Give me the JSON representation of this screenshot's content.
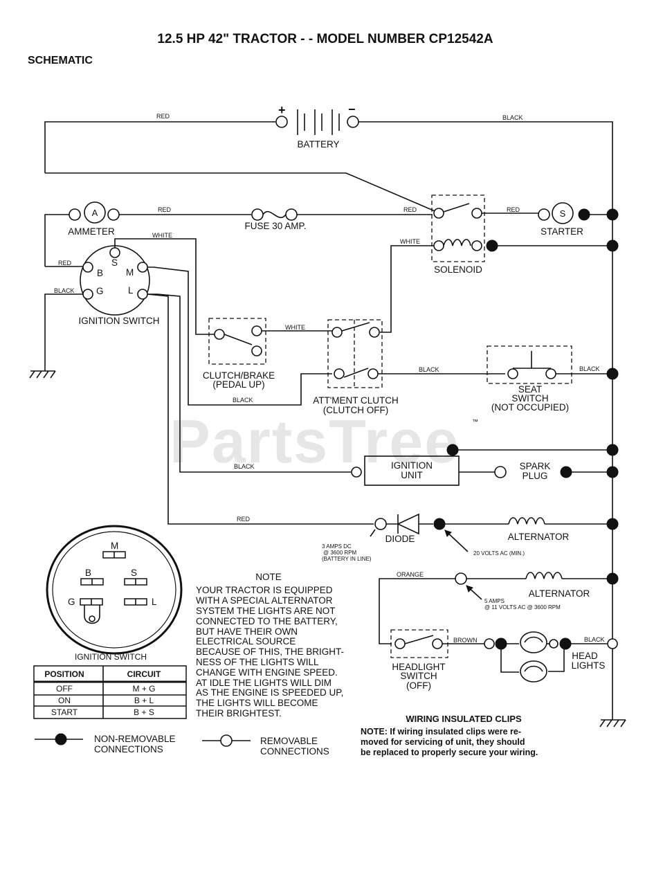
{
  "header": {
    "title": "12.5 HP 42\" TRACTOR - - MODEL NUMBER CP12542A",
    "section": "SCHEMATIC"
  },
  "watermark": {
    "text": "PartsTree",
    "tm": "™"
  },
  "battery": {
    "label": "BATTERY",
    "plus": "+",
    "minus": "−"
  },
  "wires": {
    "red": "RED",
    "black": "BLACK",
    "white": "WHITE",
    "orange": "ORANGE",
    "brown": "BROWN"
  },
  "components": {
    "ammeter": "AMMETER",
    "ammeter_symbol": "A",
    "fuse": "FUSE 30 AMP.",
    "solenoid": "SOLENOID",
    "starter": "STARTER",
    "starter_symbol": "S",
    "ignition_switch": "IGNITION SWITCH",
    "sw_terminals": {
      "B": "B",
      "S": "S",
      "M": "M",
      "G": "G",
      "L": "L"
    },
    "clutch_brake": [
      "CLUTCH/BRAKE",
      "(PEDAL UP)"
    ],
    "attment_clutch": [
      "ATT'MENT CLUTCH",
      "(CLUTCH OFF)"
    ],
    "seat_switch": [
      "SEAT",
      "SWITCH",
      "(NOT OCCUPIED)"
    ],
    "ignition_unit": [
      "IGNITION",
      "UNIT"
    ],
    "spark_plug": [
      "SPARK",
      "PLUG"
    ],
    "diode": "DIODE",
    "diode_note": [
      "3 AMPS DC",
      "@ 3600 RPM",
      "(BATTERY IN LINE)"
    ],
    "alternator_1": "ALTERNATOR",
    "alt1_note": "20 VOLTS AC (MIN.)",
    "alternator_2": "ALTERNATOR",
    "alt2_note": [
      "5 AMPS",
      "@ 11 VOLTS AC @ 3600 RPM"
    ],
    "headlight_switch": [
      "HEADLIGHT",
      "SWITCH",
      "(OFF)"
    ],
    "head_lights": [
      "HEAD",
      "LIGHTS"
    ]
  },
  "switch_face": {
    "label": "IGNITION SWITCH",
    "terminals": {
      "M": "M",
      "B": "B",
      "S": "S",
      "G": "G",
      "L": "L"
    }
  },
  "position_table": {
    "headers": [
      "POSITION",
      "CIRCUIT"
    ],
    "rows": [
      {
        "position": "OFF",
        "circuit": "M + G"
      },
      {
        "position": "ON",
        "circuit": "B + L"
      },
      {
        "position": "START",
        "circuit": "B + S"
      }
    ]
  },
  "note": {
    "heading": "NOTE",
    "lines": [
      "YOUR TRACTOR IS EQUIPPED",
      "WITH A SPECIAL ALTERNATOR",
      "SYSTEM   THE LIGHTS ARE NOT",
      "CONNECTED TO  THE BATTERY,",
      "BUT HAVE THEIR OWN",
      "ELECTRICAL SOURCE",
      "BECAUSE OF THIS, THE BRIGHT-",
      "NESS OF THE LIGHTS WILL",
      "CHANGE WITH ENGINE SPEED.",
      "AT IDLE THE LIGHTS WILL DIM",
      "AS THE ENGINE IS SPEEDED UP,",
      "THE LIGHTS WILL BECOME",
      "THEIR BRIGHTEST."
    ]
  },
  "clips": {
    "heading": "WIRING INSULATED CLIPS",
    "lines": [
      "NOTE: If wiring insulated clips  were  re-",
      "moved  for servicing  of  unit,  they should",
      "be replaced to properly secure your wiring."
    ]
  },
  "legend": {
    "non_removable": [
      "NON-REMOVABLE",
      "CONNECTIONS"
    ],
    "removable": [
      "REMOVABLE",
      "CONNECTIONS"
    ]
  }
}
